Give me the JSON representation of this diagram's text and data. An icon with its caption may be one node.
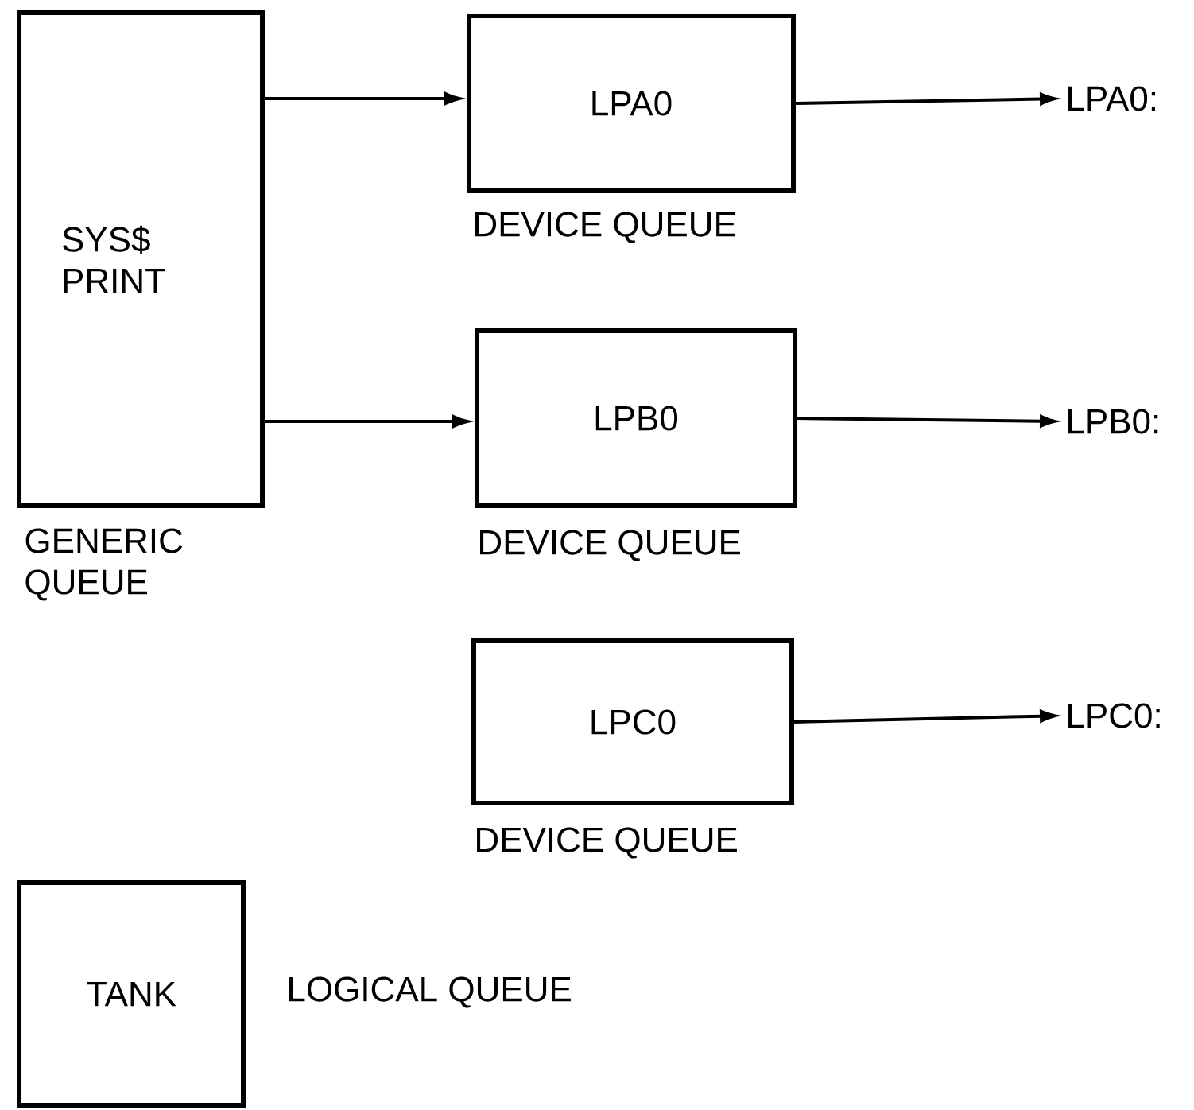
{
  "diagram": {
    "nodes": [
      {
        "text": [
          "SYS$ PRINT"
        ],
        "beside": [
          "GENERIC QUEUE"
        ]
      },
      {
        "text": [
          "LPA0"
        ],
        "beside": [
          "DEVICE QUEUE"
        ]
      },
      {
        "text": [
          "LPB0"
        ],
        "beside": [
          "DEVICE QUEUE"
        ]
      },
      {
        "text": [
          "LPC0"
        ],
        "beside": [
          "DEVICE QUEUE"
        ]
      },
      {
        "text": [
          "LPA0:"
        ]
      },
      {
        "text": [
          "LPB0:"
        ]
      },
      {
        "text": [
          "LPC0:"
        ]
      },
      {
        "text": [
          "TANK"
        ],
        "beside": [
          "LOGICAL QUEUE"
        ]
      }
    ],
    "edges": [
      {
        "from": 0,
        "to": 1,
        "arrow": "to"
      },
      {
        "from": 0,
        "to": 2,
        "arrow": "to"
      },
      {
        "from": 1,
        "to": 4,
        "arrow": "to"
      },
      {
        "from": 2,
        "to": 5,
        "arrow": "to"
      },
      {
        "from": 3,
        "to": 6,
        "arrow": "to"
      }
    ]
  }
}
